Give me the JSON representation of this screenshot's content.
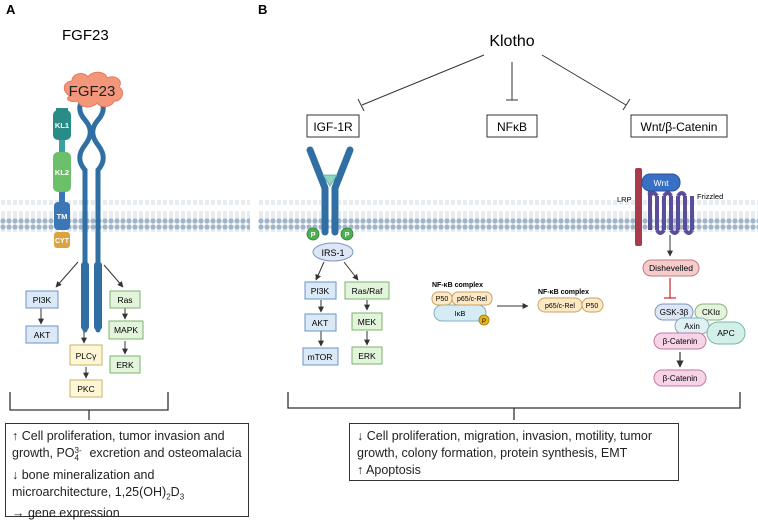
{
  "panel_a": {
    "letter": "A",
    "title": "FGF23",
    "ligand": "FGF23",
    "domains": [
      "KL1",
      "KL2",
      "TM",
      "CYT"
    ],
    "pathways": {
      "left": [
        "PI3K",
        "AKT"
      ],
      "middle": [
        "PLCγ",
        "PKC"
      ],
      "right": [
        "Ras",
        "MAPK",
        "ERK"
      ]
    },
    "summary": {
      "line1": "↑ Cell proliferation, tumor invasion and",
      "line2_pre": "growth, PO",
      "line2_sub": "4",
      "line2_sup": "3-",
      "line2_post": " excretion and osteomalacia",
      "line3": "↓ bone mineralization and",
      "line4_pre": "microarchitecture, 1,25(OH)",
      "line4_sub1": "2",
      "line4_mid": "D",
      "line4_sub2": "3",
      "line5": "→ gene expression"
    }
  },
  "panel_b": {
    "letter": "B",
    "title": "Klotho",
    "targets": [
      "IGF-1R",
      "NFκB",
      "Wnt/β-Catenin"
    ],
    "igf": {
      "phospho": "P",
      "adaptor": "IRS-1",
      "left": [
        "PI3K",
        "AKT",
        "mTOR"
      ],
      "right": [
        "Ras/Raf",
        "MEK",
        "ERK"
      ]
    },
    "nfkb": {
      "complex_label_1": "NF-κB complex",
      "complex_label_2": "NF-κB complex",
      "p50": "P50",
      "p65": "p65/c-Rel",
      "ikb": "IκB",
      "phospho": "P"
    },
    "wnt": {
      "ligand": "Wnt",
      "lrp": "LRP",
      "frizzled": "Frizzled",
      "dishevelled": "Dishevelled",
      "gsk": "GSK-3β",
      "ck": "CKIα",
      "axin": "Axin",
      "apc": "APC",
      "bcat1": "β-Catenin",
      "bcat2": "β-Catenin"
    },
    "summary": {
      "line1": "↓ Cell proliferation, migration, invasion, motility, tumor",
      "line2": "growth, colony formation, protein synthesis, EMT",
      "line3": "↑ Apoptosis"
    }
  },
  "colors": {
    "membrane_head": "#9fb4c8",
    "membrane_tail": "#d4dde6",
    "fgf23": "#f3967a",
    "receptor": "#2f6fa3",
    "kl1": "#2a8c86",
    "kl2": "#6dc06a",
    "tm": "#3b77b6",
    "cyt": "#d9a441",
    "pi3k_box": "#dbe9f7",
    "plc_box": "#fff6d6",
    "ras_box": "#e3f4dc",
    "phospho": "#4caf50",
    "frizzled": "#5a4e9a",
    "lrp": "#a83a4c",
    "wnt": "#3a6fc6",
    "dishevelled": "#f4cccc",
    "gsk": "#dde6f5",
    "ck": "#e6f3dc",
    "axin": "#e0f0f3",
    "apc": "#d3efe9",
    "bcat": "#f7d3e8",
    "nfkb": "#fde9c6",
    "ikb": "#d6ecf5",
    "inhibit": "#c62828"
  }
}
